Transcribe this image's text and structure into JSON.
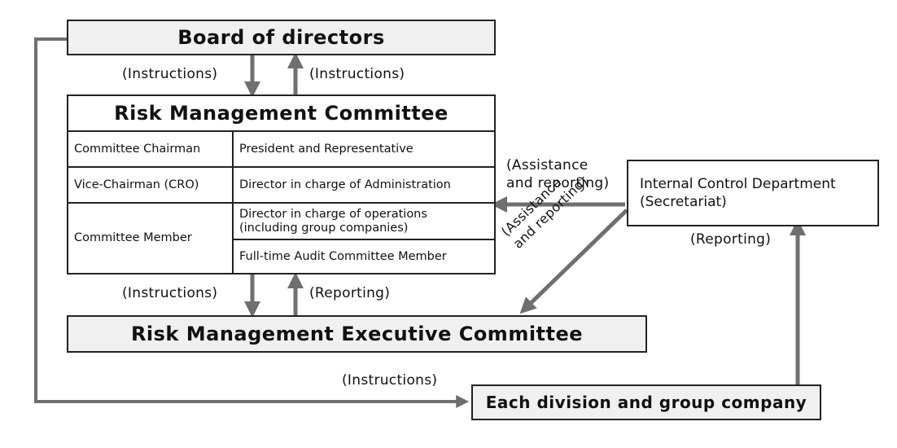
{
  "board": {
    "title": "Board of directors"
  },
  "board_to_rmc_label": "(Instructions)",
  "rmc_to_board_label": "(Instructions)",
  "rmc": {
    "title": "Risk Management Committee",
    "rows": [
      {
        "role": "Committee Chairman",
        "member": "President and Representative"
      },
      {
        "role": "Vice-Chairman (CRO)",
        "member": "Director in charge of Administration"
      },
      {
        "role": "Committee Member",
        "members": [
          "Director in charge of operations\n(including group companies)",
          "Full-time Audit Committee Member"
        ]
      }
    ]
  },
  "rmc_to_exec_label": "(Instructions)",
  "exec_to_rmc_label": "(Reporting)",
  "exec": {
    "title": "Risk Management Executive Committee"
  },
  "icd": {
    "title": "Internal Control Department\n(Secretariat)"
  },
  "icd_to_rmc_label": "(Assistance\nand reporting)",
  "icd_to_exec_label": "(Assistance\nand reporting)",
  "division_to_icd_label": "(Reporting)",
  "board_to_division_label": "(Instructions)",
  "division": {
    "title": "Each division and group company"
  },
  "colors": {
    "arrow": "#707070",
    "box_fill": "#f0f0f0",
    "border": "#222222"
  }
}
